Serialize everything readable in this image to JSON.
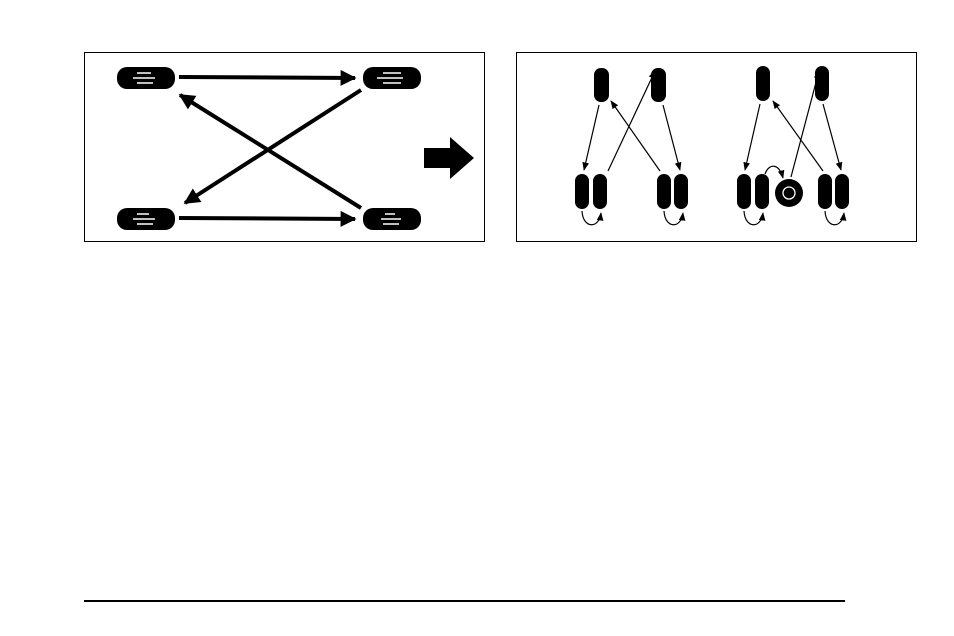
{
  "diagram": {
    "left": {
      "description_icon": "tire-rotation-x-pattern",
      "tires": [
        "front-left-tire-icon",
        "front-right-tire-icon",
        "rear-left-tire-icon",
        "rear-right-tire-icon"
      ]
    },
    "transition": "right-arrow-icon",
    "right": {
      "description_icon": "dual-rear-wheel-rotation",
      "groups": [
        "without-spare",
        "with-spare"
      ]
    }
  },
  "colors": {
    "ink": "#000000",
    "paper": "#ffffff"
  }
}
